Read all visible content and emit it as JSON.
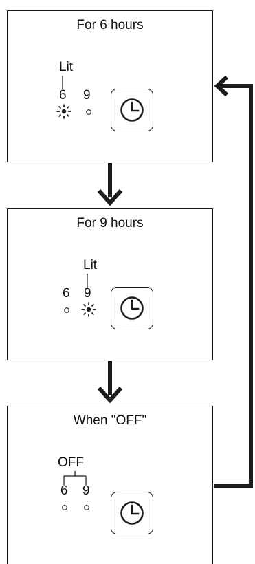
{
  "panels": [
    {
      "title": "For 6 hours",
      "state_label": "Lit",
      "led_6_label": "6",
      "led_9_label": "9"
    },
    {
      "title": "For 9 hours",
      "state_label": "Lit",
      "led_6_label": "6",
      "led_9_label": "9"
    },
    {
      "title": "When \"OFF\"",
      "state_label": "OFF",
      "led_6_label": "6",
      "led_9_label": "9"
    }
  ],
  "icons": {
    "timer_button": "clock-icon",
    "led_off": "circle-outline-icon",
    "led_lit": "blinking-light-icon",
    "flow_arrow": "arrow-down-icon",
    "loop_arrow": "arrow-left-icon"
  },
  "colors": {
    "line": "#1c1c1c",
    "background": "#ffffff"
  }
}
